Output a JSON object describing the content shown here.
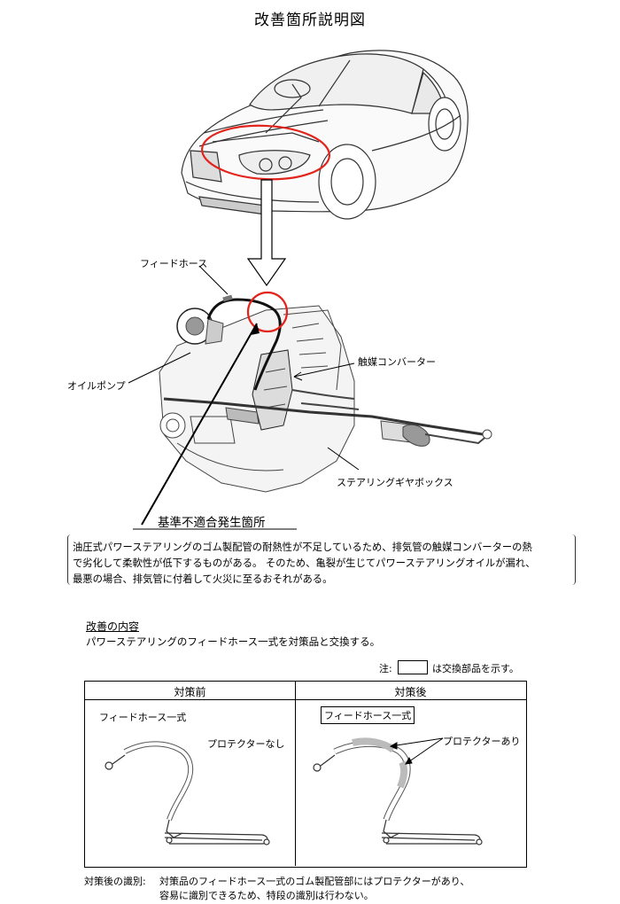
{
  "title": "改善箇所説明図",
  "labels": {
    "feed_hose": "フィードホース",
    "oil_pump": "オイルポンプ",
    "catalytic_converter": "触媒コンバーター",
    "steering_gearbox": "ステアリングギヤボックス",
    "defect_location": "基準不適合発生箇所"
  },
  "description": [
    "油圧式パワーステアリングのゴム製配管の耐熱性が不足しているため、排気管の触媒コンバーターの熱",
    "で劣化して柔軟性が低下するものがある。 そのため、亀裂が生じてパワーステアリングオイルが漏れ、",
    "最悪の場合、排気管に付着して火災に至るおそれがある。"
  ],
  "improvement": {
    "heading": "改善の内容",
    "text": "パワーステアリングのフィードホース一式を対策品と交換する。"
  },
  "legend": {
    "prefix": "注:",
    "suffix": "は交換部品を示す。"
  },
  "table": {
    "before": {
      "header": "対策前",
      "part": "フィードホース一式",
      "protector": "プロテクターなし"
    },
    "after": {
      "header": "対策後",
      "part": "フィードホース一式",
      "protector": "プロテクターあり"
    }
  },
  "identification": {
    "label": "対策後の識別:",
    "line1": "対策品のフィードホース一式のゴム製配管部にはプロテクターがあり、",
    "line2": "容易に識別できるため、特段の識別は行わない。"
  }
}
